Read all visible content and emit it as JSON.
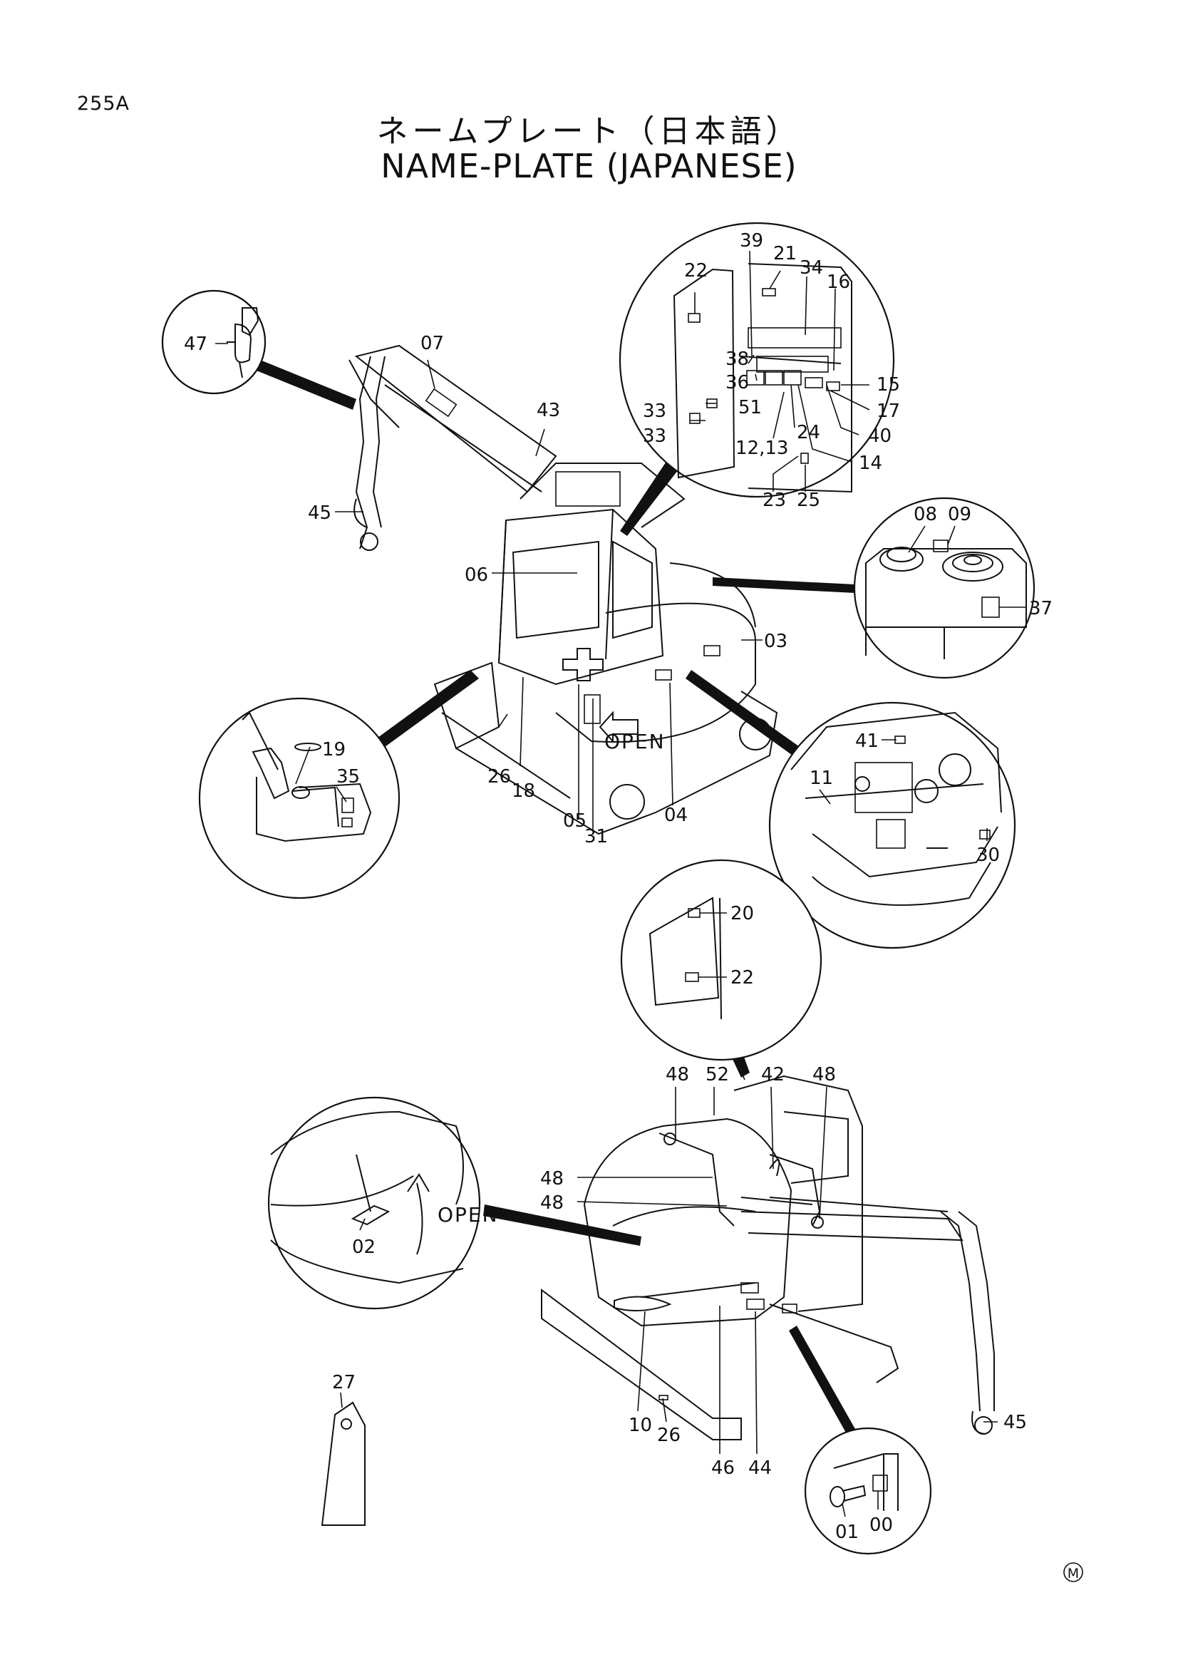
{
  "header": {
    "page_code": "255A",
    "title_jp": "ネームプレート（日本語）",
    "title_en": "NAME-PLATE (JAPANESE)"
  },
  "open_text": "OPEN",
  "mark": "M",
  "callouts": [
    "47",
    "07",
    "43",
    "45",
    "06",
    "03",
    "19",
    "35",
    "26",
    "18",
    "05",
    "31",
    "04",
    "22",
    "39",
    "21",
    "34",
    "16",
    "38",
    "36",
    "51",
    "33",
    "12,13",
    "24",
    "15",
    "17",
    "40",
    "14",
    "23",
    "25",
    "08",
    "09",
    "37",
    "41",
    "11",
    "30",
    "20",
    "48",
    "52",
    "42",
    "02",
    "10",
    "46",
    "44",
    "01",
    "00",
    "27"
  ]
}
